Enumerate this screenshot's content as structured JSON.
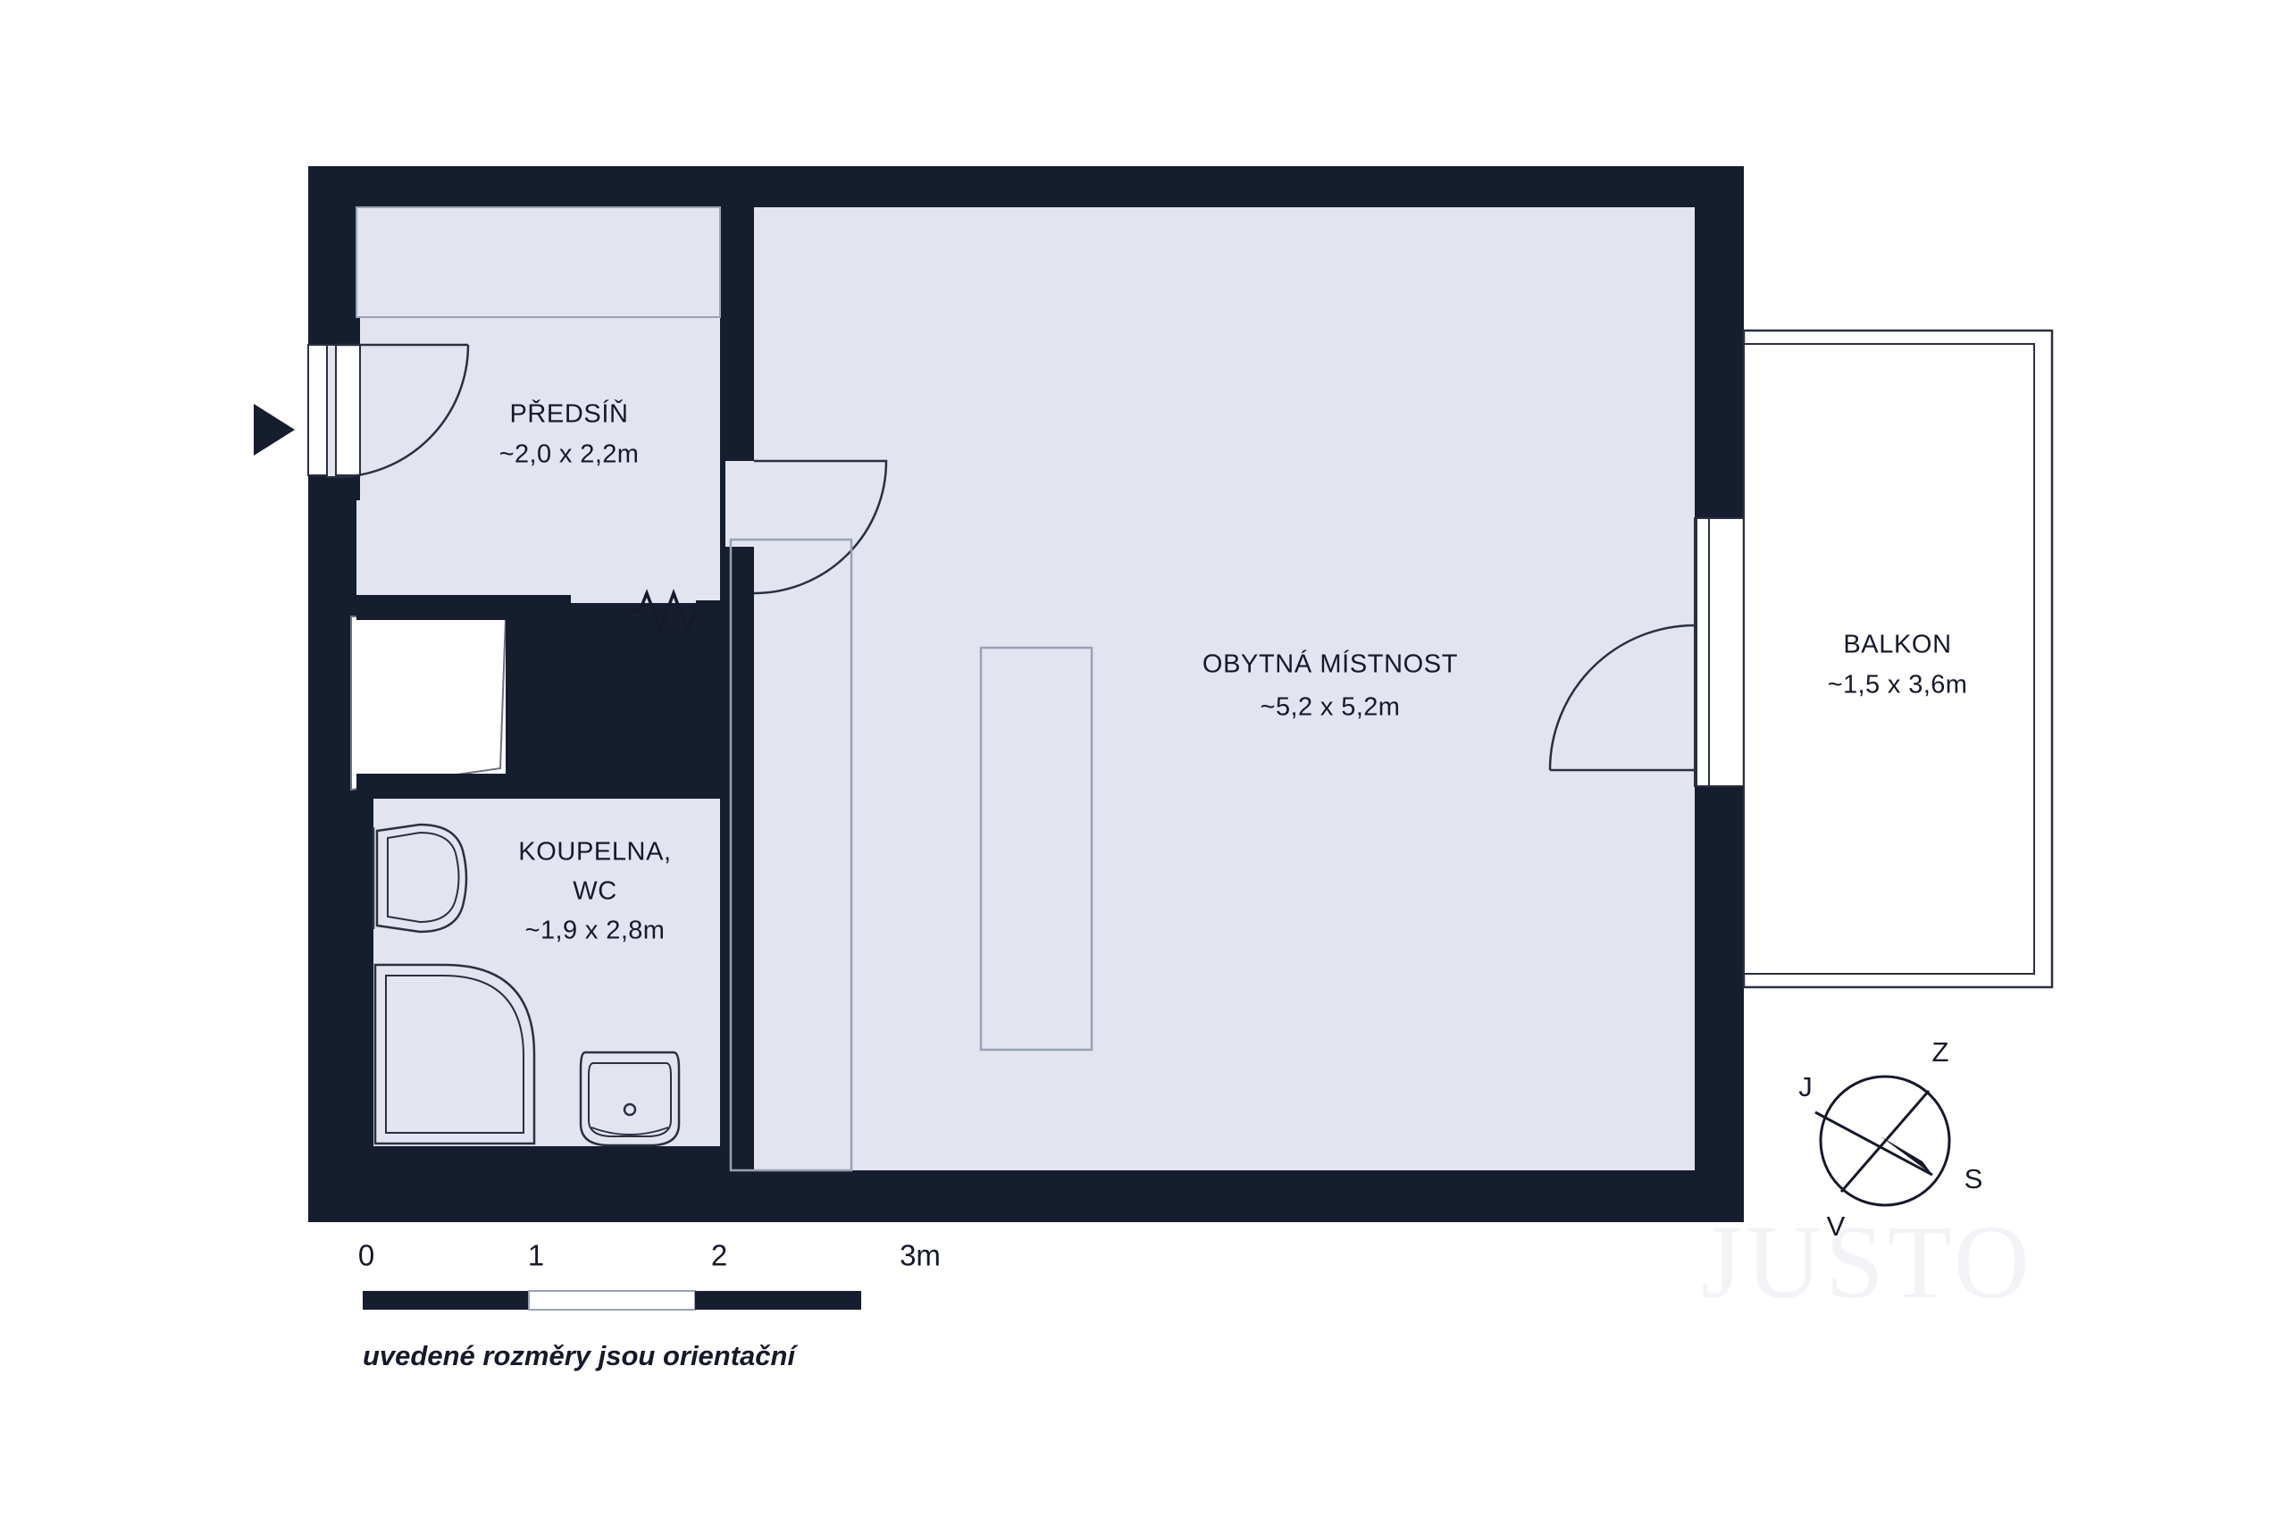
{
  "meta": {
    "plan_type": "apartment-floor-plan",
    "language": "cs"
  },
  "colors": {
    "wall": "#161d2e",
    "room_fill": "#e2e5f0",
    "outline": "#15192a",
    "fixture_stroke": "#2a3040",
    "background": "#ffffff",
    "watermark": "#f2f3f6"
  },
  "rooms": [
    {
      "key": "predsin",
      "name": "PŘEDSÍŇ",
      "dimensions": "~2,0 x 2,2m"
    },
    {
      "key": "koupelna_wc",
      "name_line1": "KOUPELNA,",
      "name_line2": "WC",
      "dimensions": "~1,9 x 2,8m"
    },
    {
      "key": "obytna_mistnost",
      "name": "OBYTNÁ MÍSTNOST",
      "dimensions": "~5,2 x 5,2m"
    },
    {
      "key": "balkon",
      "name": "BALKON",
      "dimensions": "~1,5 x 3,6m"
    }
  ],
  "fixtures": [
    {
      "key": "toilet",
      "label": "wc-toilet-icon"
    },
    {
      "key": "shower",
      "label": "corner-shower-icon"
    },
    {
      "key": "sink",
      "label": "washbasin-icon"
    },
    {
      "key": "radiator",
      "label": "radiator-icon"
    },
    {
      "key": "entry-door",
      "label": "entrance-door-icon"
    },
    {
      "key": "interior-door",
      "label": "interior-door-icon"
    },
    {
      "key": "balcony-door",
      "label": "balcony-door-icon"
    },
    {
      "key": "entry-arrow",
      "label": "entrance-arrow-icon"
    }
  ],
  "scale_bar": {
    "ticks": [
      "0",
      "1",
      "2",
      "3m"
    ],
    "note": "uvedené rozměry jsou orientační"
  },
  "compass": {
    "north_label": "S",
    "south_label": "J",
    "east_label": "V",
    "west_label": "Z",
    "top_right": "Z",
    "top_left": "J",
    "bottom_right": "S",
    "bottom_left": "V"
  },
  "watermark": {
    "text": "JUSTO"
  }
}
